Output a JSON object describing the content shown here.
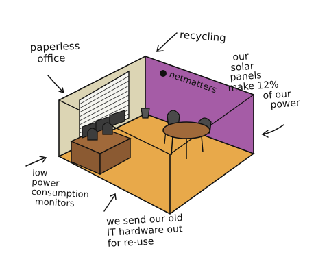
{
  "annotations": {
    "paperless": [
      "paperless",
      "office"
    ],
    "recycling": [
      "recycling"
    ],
    "solar": [
      "our",
      "solar",
      "panels",
      "make 12%",
      "of our",
      "power"
    ],
    "monitors": [
      "low",
      "power",
      "consumption",
      "monitors"
    ],
    "hardware": [
      "we send our old",
      "IT hardware out",
      "for re-use"
    ]
  },
  "wall_brand": "netmatters",
  "colors": {
    "floor": "#e8a94a",
    "left_wall": "#dcd5b4",
    "right_wall": "#a55ca6",
    "desk": "#8b5a32",
    "table": "#a0693a",
    "chair": "#4a4a4a",
    "outline": "#111111"
  }
}
